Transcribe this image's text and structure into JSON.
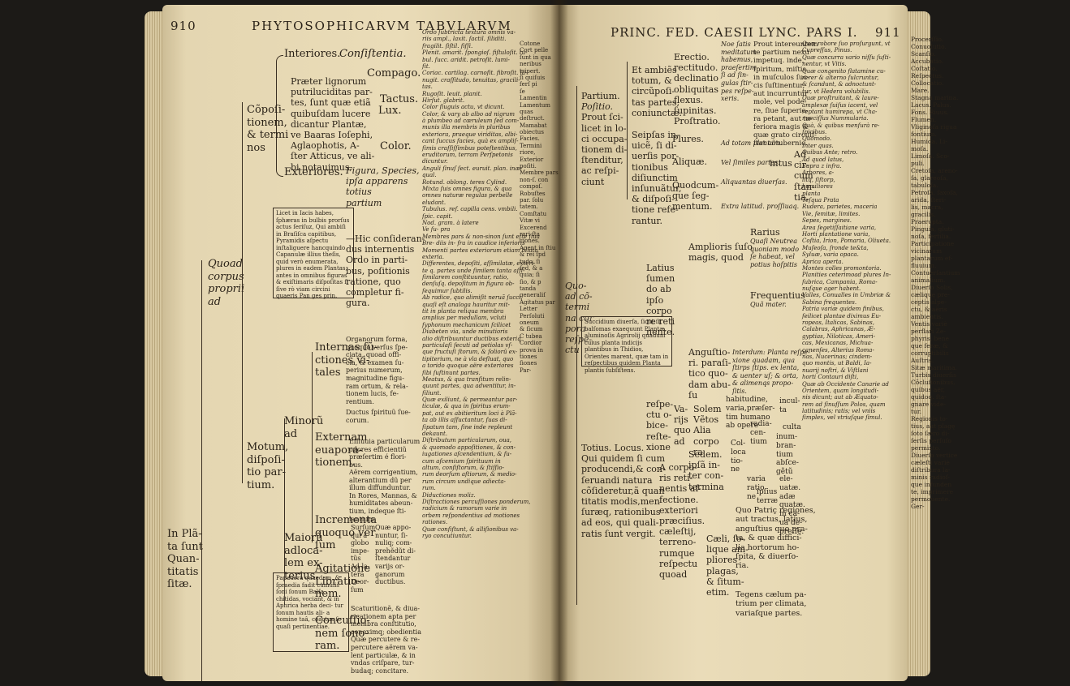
{
  "left": {
    "page_number": "910",
    "header": "PHYTOSOPHICARVM TABVLARVM",
    "col1": {
      "lines": [
        "In Plã-",
        "ta ſunt",
        "Quan-",
        "titatis",
        "ſitæ."
      ],
      "quod": [
        "Quoad",
        "corpus",
        "proprii",
        "ad"
      ]
    },
    "col2": {
      "interiores": "Interiores.",
      "cpos": [
        "Cõpoſi-",
        "tionem,",
        "& termi",
        "nos"
      ],
      "exteriores": "Exteriores.",
      "motum": [
        "Motum,",
        "diſpoſi-",
        "tio par-",
        "tium."
      ]
    },
    "col3": {
      "praeter": [
        "Præter lignorum",
        "putriluciditas par-",
        "tes, ſunt quæ etiã",
        "quibuſdam lucere",
        "dicantur Plantæ,",
        "ve Baaras Ioſephi,",
        "Aglaophotis, A-",
        "ſter Atticus, ve ali-",
        "bi notauimus."
      ],
      "lux": "Lux.",
      "minoru": [
        "Minorũ",
        "ad"
      ],
      "maiorum": [
        "Maiorũ",
        "adloca-",
        "lem ex-",
        "terius"
      ],
      "interna": [
        "Internas fũ-",
        "ctiones vi-",
        "tales"
      ],
      "externam": [
        "Externam",
        "euapora-",
        "tionem."
      ],
      "incrementa": [
        "Incrementa",
        "quoquo ver",
        "ſum"
      ],
      "agitatione": [
        "Agitatione",
        "Librātio-",
        "nem."
      ],
      "concussio": [
        "Concuſſio-",
        "nem ſono-",
        "ram."
      ]
    },
    "boxes": {
      "b1": "Licet in Iacis habes, ſphæras in bulbis prorſus actus ſeriſuz, Qui ambiſi in Braſiſca capitibus, Pyramidis aſpectu inſtaliguere hancquindo Capanulæ illius theſis, quid verò enumerata, plures in eadem Plantas, antes in omnibus figuras & exiſtimaris diſpoſitas ſi ſive rò viam circini quaeris Pan ges prin.",
      "b2": "Papauera quaedam, & ſpraedia fadit cumulis ſoni ſonum Balſa, chitidas, vociant, & in Aphrica herba deci- tur ſonum hautis ali- a homine taâ, coactus ſe quaſi pertinentiae."
    },
    "col4": {
      "consistentia": "Conſiſtentia.",
      "compago": "Compago.",
      "tactus": "Tactus.",
      "color": "Color.",
      "figura": [
        "Figura, Species,",
        "ipſa apparens",
        "totius",
        "partium"
      ],
      "hic": [
        "—Hic conſideran-",
        "dus internentis",
        "Ordo in parti-",
        "bus, poſitionis",
        "ratione, quo",
        "completur fi-",
        "gura."
      ],
      "organorum": [
        "Organorum forma,",
        "quoquo verſus ſpe-",
        "ciata, quoad offi-",
        "cia, & examen ſu-",
        "perius numerum,",
        "magnitudine figu-",
        "ram ortum, & rela-",
        "tionem lucis, fe-",
        "rentium."
      ],
      "ductus": [
        "Ductus ſpirituũ ſue-",
        "corum."
      ],
      "effluuia": [
        "Effluuia particularum",
        "odores efficientiũ",
        "præſertim é flori-",
        "bus."
      ],
      "aerem": [
        "Aërem corrigentium,",
        "alterantium dũ per",
        "illum diffunduntur.",
        "In Rores, Mannas, &",
        "humiditates abeun-",
        "tium, indeque ſti-",
        "lantium."
      ],
      "sursum": [
        "Surſum",
        "qui à",
        "globo",
        "impe-",
        "tũs",
        "Ad la-",
        "tera",
        "Deor-",
        "ſum"
      ],
      "quae_appo": [
        "Quæ appo-",
        "nuntur, ſi-",
        "nuliq; com-",
        "prehẽdũt di-",
        "ſtendantur",
        "varijs or-",
        "ganorum",
        "ductibus."
      ],
      "scaturi": [
        "Scaturitionẽ, & diua-",
        "ricationem apta per",
        "membra conſtitutio,",
        "coneximq; obedientia",
        "Quæ percutere & re-",
        "percutere aërem va-",
        "lent particulæ, & in",
        "vndas criſpare, tur-",
        "budaq; concitare."
      ]
    },
    "col5": [
      "Ordo ſubtricta textura omnis va-",
      "riis ampl., laxit. ſactil. ſiliditi.",
      "fragilit. ſiſtil. ſiſſi.",
      "Plenit. amarit. ſpongioſ. fiſtuloſit. tu-",
      "bul. ſucc. aridit. petroſit. lumi-",
      "ſit.",
      "Coriac. cartilag. carnoſit. fibroſit. la-",
      "nugit. craſſitudo, tenuitas, gracili-",
      "tas.",
      "Rugoſit. leuit. planit.",
      "Hirſut. glabrit.",
      "Color ſiuguis actu, vt dicunt.",
      "Color, & vary ab albo ad nigrum",
      "à plumbeo ad cœruleum ſed com-",
      "munis illa membris in pluribus",
      "exteriora, praeque viriditas, albi-",
      "cant ſuccus facies, quà ex ampliſ-",
      "ſimis craſſiſſimbus poteſtentibus,",
      "eruditorum, terram Perſpetonis",
      "dicuntur.",
      "Anguli ſinuſ ſect. euruit. plan. inæ-",
      "qual.",
      "Rotund. oblong. teres Cylind.",
      "Mixta ſuis omnes figura, & qua",
      "omnes naturæ regulas perbelle",
      "eludant.",
      "Tubulus. ref. capilla cens. vmbili.",
      "ſpic. capit.",
      "Nod. gram.   à latere",
      "Ve   ſu- pra",
      "Membres pars & non-sinon ſunt eſte ſiua",
      "Bre- diis   in- fra   in caudice inferioris",
      "Momenti partes exteriorum etiam bliata",
      "exteria.",
      "Differentes, depoſiti, aſſimilatæ, exteri-",
      "te q. partes unde ſimilem tanta aſſi-",
      "ſimilarem conſtituuntur, ratio,",
      "denſuſq. depoſitum in figura ob-",
      "ſequimur ſubtilis.",
      "Ab radice, quo alimiſit neruã ſucci,",
      "quaſi eſt analoga hauritur mit-",
      "tit in planta reliqua membra",
      "amplius per medullam, vcluti",
      "ſyphonum mechanicum ſcilicet",
      "Diabeten via, unde minutioris",
      "alio diſtribuuntur ductibus exteriq",
      "particulaſi ſecuti ad petiolas vſ-",
      "que fructuſi ſtorum, & ſoliorû ex-",
      "tipiterium, ne à vla defluat, quo",
      "a torido quoque aëre exteriores",
      "ſibi ſuſtinunt partes.",
      "Meatus, & qua tranſitum relin-",
      "quunt partes, qua adventitur, in-",
      "ſiliunt.",
      "Quæ exiliunt, & permeantur par-",
      "ticulæ, & qua in ſpiritus erum-",
      "pat, aut ex abitieritum loci à Plã-",
      "ta ab illis aſſuctantur, ſuas di-",
      "ſipatum tam, ſine inde repleunt",
      "dekaunt.",
      "Diſtributum particularum, oua,",
      "& quomodo appoſitiones, & con-",
      "iugationes aſcendentium, & ſu-",
      "cum aſcemium ſpirituum in",
      "altum, conſiſtorum, & ſtiſſio-",
      "rum deorſum aſtiorum, & medio-",
      "rum circum undique adiecta-",
      "rum.",
      "",
      "Diductiones moliz.",
      "Diſtractiones percuſſiones ponderum,",
      "radicium & ramorum varie in",
      "orbem reſpondentius ad motiones",
      "rationes.",
      "",
      "Quæ conſiſtunt, & alliſionibus va-",
      "ryo concutiuntur."
    ],
    "col6": [
      "Cotone",
      "Cort pelle",
      "ſunt in qua",
      "neribus",
      "tripert.",
      "ſi quiſuis",
      "ferſ pi",
      "ſe",
      "Lamentin",
      "Lamentum",
      "quas",
      "deſtruct.",
      "Mamabat",
      "obiectus",
      "",
      "",
      "Facies.",
      "",
      "Termini",
      "riore,",
      "",
      "Exterior",
      "poſiti.",
      "",
      "Membre pars &",
      "non-ſ. con",
      "compoſ.",
      "",
      "",
      "",
      "Robuſtes",
      "par. ſolu",
      "tatem.",
      "",
      "",
      "",
      "Comſtatu",
      "Vitæ vi",
      "",
      "",
      "",
      "Excerend",
      "rari ſta",
      "ciones.",
      "",
      "",
      "Agent in ſtiu",
      "& rei ſpd",
      "tudo, ſi",
      "ſed, & a",
      "quia; ſi",
      "ſio, & p",
      "tanda",
      "generaliſ",
      "",
      "Agitatus par",
      "Letter",
      "Perſoluti",
      "oneum",
      "& ſicum",
      "",
      "C tubea",
      "Cordior",
      "prova in",
      "tiones",
      "ſiones",
      "",
      "Par-"
    ]
  },
  "right": {
    "page_number": "911",
    "header": "PRINC. FED. CAESII LYNC. PARS I.",
    "quoad": [
      "Quo-",
      "ad cõ-",
      "termi",
      "na cor",
      "pora",
      "reſpe-",
      "ctu"
    ],
    "partium": [
      "Partium.",
      "Poſitio.",
      "Prout ſci-",
      "licet in lo-",
      "ci occupa-",
      "tionem di-",
      "ſtenditur,",
      "ac reſpi-",
      "ciunt"
    ],
    "totius": [
      "Totius. Locus.",
      "Qui quidem ſi cum",
      "producendi,& con-",
      "ſeruandi natura",
      "cõſideretur,ã quan",
      "titatis modis,men",
      "ſuræq, rationibus",
      "ad eos, qui quali-",
      "ratis ſunt vergit."
    ],
    "et_ambies": [
      "Et ambiẽs",
      "totum, &",
      "circũpoſi-",
      "tas partes,",
      "coniunctæ."
    ],
    "seipsas": [
      "Seipſas in-",
      "uicẽ, ſi di-",
      "uerſis por-",
      "tionibus",
      "diſiunctim",
      "inſunuãtur,",
      "& diſpoſi-",
      "tione refe-",
      "rantur."
    ],
    "plures": "Plures.",
    "aliquae": "Aliquæ.",
    "quodcum": [
      "Quodcum-",
      "que ſeg-",
      "mentum."
    ],
    "erectio": [
      "Erectio.",
      "rectitudo.",
      "declinatio",
      "obliquitas",
      "flexus.",
      "ſupinitas.",
      "Proſtratio."
    ],
    "noe": [
      "Noe ſatis",
      "meditatum",
      "habemus,",
      "praeſertim",
      "ſi ad ſin-",
      "gulas ſtir-",
      "pes reſpe-",
      "xeris."
    ],
    "prout": [
      "Prout intereuntem",
      "te partium nexu",
      "impetuq. inde,",
      "ſpiritum, miſtis",
      "in muſculos ſuc-",
      "cis ſuſtinentur,",
      "aut incurruntur",
      "mole, vel pode-",
      "re, ſiue ſuperio-",
      "ra petant, aut in-",
      "feriora magis &",
      "quæ grato circuiſ-",
      "ſtat cõtubernio."
    ],
    "ad_totam": "Ad totam plantam.",
    "vel_similes": "Vel ſimiles partes.",
    "aliquantas": "Aliquantas diuerſas.",
    "intus": "intus",
    "ad_circum": [
      "Ad",
      "cir-",
      "cum",
      "ſtan-",
      "tia."
    ],
    "extra": "Extra latitud. proſſiuaq.",
    "amplioris": [
      "Amplioris ſuſo",
      "magis, quod"
    ],
    "latius": [
      "Latius",
      "ſumen",
      "do ab",
      "ipſo",
      "corpo",
      "re reti",
      "nente."
    ],
    "rarius": [
      "Rarius",
      "Quaſi Neutrea",
      "quoniam modo",
      "ſe habeat, vel",
      "potius hoſpitis"
    ],
    "frequentius": [
      "Frequentius",
      "Quã mater."
    ],
    "angustio": [
      "Anguſtio-",
      "ri. paraſi-",
      "tico quo-",
      "dam abu-",
      "ſu"
    ],
    "interdum": [
      "Interdum: Planta reſpe-",
      "xione quadam, qua",
      "ſtirps ſtips. ex lenta,",
      "& uenter uſ; & orta,",
      "& alimenqs propo-",
      "ſitis."
    ],
    "box3": "Succidium diuerſa, ſicut ſit balſomas exaequunt Plantæ, aluminoſis Agrirolij quadum cuius planta indicijs plantibus in Thidios, Orientes marent, quæ tam in reſpectibus quidem Planta plantis ſubſiſtens.",
    "respe": [
      "reſpe-",
      "ctu o-",
      "bice-",
      "reſte-",
      "xione"
    ],
    "varijs": [
      "Va-",
      "rijs",
      "quo",
      "ad"
    ],
    "solem": [
      "Solem",
      "Vẽtos",
      "Alia",
      "corpo",
      "ra"
    ],
    "habitudine": [
      "habitudine,",
      "varia,præſer-",
      "tim humano",
      "ab opere"
    ],
    "incult": [
      "incul-",
      "ta"
    ],
    "culta": "culta",
    "ipsa": [
      "Sedem.",
      "ipſã in-",
      "ter con-",
      "termina"
    ],
    "col": [
      "Col-",
      "loca",
      "tio-",
      "ne"
    ],
    "radia": [
      "radia-",
      "cen-",
      "tium"
    ],
    "inum": [
      "inum-",
      "bran-",
      "tium",
      "abſce-",
      "gẽtũ"
    ],
    "varia": [
      "varia",
      "ratio",
      "ne"
    ],
    "ipsius": [
      "ipſius",
      "terræ"
    ],
    "ele": [
      "ele-",
      "uatæ.",
      "adæ",
      "quatæ.",
      "in ca-",
      "ua de-",
      "preſſę."
    ],
    "acorpo": [
      "A corpo-",
      "ris reti-",
      "nentis af-",
      "fectione.",
      "exteriori",
      "præciſius.",
      "cæleſtij,",
      "terreno-",
      "rumque",
      "reſpectu",
      "quoad"
    ],
    "caeli": [
      "Cæli, ſo-",
      "lique am-",
      "pliores",
      "plagas,",
      "& ſitum-",
      "etim."
    ],
    "quo_patriae": [
      "Quo Patriç regiones,",
      "aut tractus, latius,",
      "anguſtius quo pra-",
      "ta, & quæ diffici-",
      "lia hortorum ho-",
      "ſpita, & diuerſo-",
      "ria."
    ],
    "tegens": [
      "Tegens cælum pa-",
      "trium per climata,",
      "variaſque partes."
    ],
    "col_a": [
      "Quæ robore ſuo proſurgunt, vt",
      "Cupreſſus, Pinus.",
      "Quæ concurra vario niſſu ſuſti-",
      "nentur, vt Vitis.",
      "Quæ congenito flatamine cu-",
      "rerer & alterno ſulcruntur,",
      "& ſcandunt, & adnoctunt-",
      "tur, vt Hedera volubilis.",
      "Quæ proſtruitant, & laure-",
      "amplexæ ſuiſus iacent, vel",
      "reptant humirepa, vt Cha-",
      "mæciſſus Nummularia.",
      "",
      "Quà, & quibus menſurà re-",
      "ſpicibus.",
      "",
      "Quomodo.",
      "Inter quas.",
      "",
      "Quibus   Ante; retro.",
      "         Ad quod latus,",
      "         Supra z infra.",
      "",
      "",
      "",
      "",
      "",
      "",
      "",
      "",
      "",
      "",
      "",
      "",
      "",
      "",
      "",
      "",
      "",
      "",
      "",
      "",
      "",
      "",
      "Arbores, a-",
      "litq, ſiſtorp,",
      "humiliores",
      "planta",
      "",
      "",
      "",
      "Teſqua    Prata",
      "Rudera, parietes, maceria",
      "Vie, ſemitæ, limites.",
      "Sepes, margines.",
      "Area ſegetiſſaitiane varia,",
      "Horti plantatione varia,",
      "Coſtia, Irion, Pomaria, Oliueta.",
      "Muſeoſa, ſronde te&ta,",
      "Syluæ, varia opaca.",
      "",
      "Aprica aperta.",
      "Montes colles promontoria.",
      "Planities ceterimoad plures In-",
      "ſubrica, Campania, Roma-",
      "nuſque ager habent.",
      "Valles, Conualles in Umbriæ &",
      "Sabina frequentes.",
      "Patria variæ quidem finibus,",
      "ſeilicet plantae diximus Eu-",
      "ropeas, Italicas, Sabinas,",
      "Calabras, Aphricanas, Æ-",
      "gyptias, Niloticas, Ameri-",
      "cas, Mexicanas, Michua-",
      "canenſes, Alterius Roma-",
      "nas, Nucerinas; cindem-",
      "quo montis, ut Baldi, Ia-",
      "nuarij noſtri, & Viſtlani",
      "horti Contauri diſti,",
      "Quæ ab Occidente Canarie ad",
      "Orientem, quam longitudi-",
      "nis dicunt; aut ab Æquato-",
      "rem ad ſinuſſum Polos, quam",
      "latitudinis; ratis; vel vniis",
      "ſimplex, vel vtriuſque ſimul."
    ],
    "col_b": [
      "Procerſſio.",
      "",
      "Conuolutio.",
      "",
      "Scanſio.",
      "",
      "",
      "Accubatio.",
      "",
      "",
      "",
      "",
      "Coſtatio.",
      "",
      "Reſpectus.",
      "",
      "Collocatio.",
      "",
      "",
      "Mare.",
      "Stagna marina.",
      "Lacus. Palus.",
      "Fons. Riuus.",
      "Flumen.",
      "Vliginoſa rigua",
      "fontium.",
      "Humida. Li-",
      "moſa.",
      "Limoſa. Sco-",
      "puli.",
      "Cretoſa, areno-",
      "ſa, glareoſa,",
      "tabuloſa.",
      "Petroſa, ſaxoſa,",
      "arida, ſteri-",
      "lis, macra,",
      "gracilis.",
      "Praerupta.",
      "Pinguia, gluti-",
      "noſa, fertilia.",
      "Participatione",
      "vicinarum",
      "plantarum ef-",
      "fluuium.",
      "Contuerſantium",
      "animalium.",
      "Diuerſo Solis,",
      "cæliquę pre-",
      "ceptis alpe-",
      "ctu, & aëris",
      "ambientis.",
      "Ventis variè",
      "perflari Ze-",
      "phyris, bene",
      "que feræ, &",
      "corruptibilis",
      "Auſtris.",
      "",
      "Sitæ maritima.",
      "Turbis diuerſis",
      "Cõcluſionibus,",
      "quibus aër,",
      "quidoq. ſta-",
      "gnare vide-",
      "tur.",
      "Regionis to-",
      "tius, aut plagę",
      "ſoto ſæro di-",
      "ſerſis perſuſo",
      "permixto.",
      "Diuerſo vertice",
      "cæleſti variè",
      "diſtribura la-",
      "minis radioſ-",
      "que infunden",
      "te, imprimere",
      "permouente.",
      "Ger-"
    ]
  }
}
